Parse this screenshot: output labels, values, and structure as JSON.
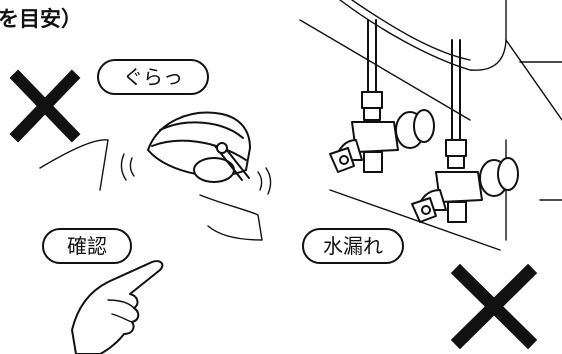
{
  "header": {
    "fragment": "を目安）"
  },
  "labels": {
    "wobble": "ぐらっ",
    "check": "確認",
    "leak": "水漏れ"
  },
  "icons": {
    "ng_mark": "cross-icon"
  },
  "colors": {
    "line": "#111111",
    "background": "#ffffff"
  }
}
